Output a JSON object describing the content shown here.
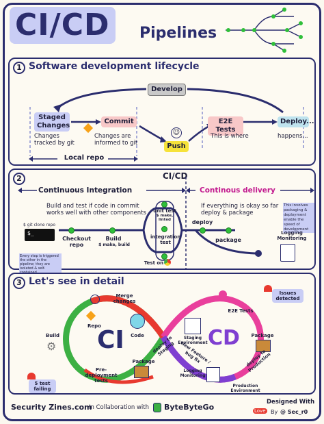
{
  "header": {
    "title_main": "CI/CD",
    "title_sub": "Pipelines"
  },
  "section1": {
    "number": "1",
    "title": "Software development lifecycle",
    "develop": "Develop",
    "staged": "Staged Changes",
    "staged_note": "Changes tracked by git",
    "commit": "Commit",
    "commit_note": "Changes are informed to git",
    "push": "Push",
    "e2e": "E2E Tests",
    "e2e_note": "This is where",
    "deploy": "Deploy...",
    "deploy_note": "happens...",
    "local_repo": "Local repo"
  },
  "section2": {
    "number": "2",
    "cicd": "CI/CD",
    "ci_title": "Continuous Integration",
    "cd_title": "Continous delivery",
    "ci_note": "Build and test if code in commit works well with other components",
    "cd_note": "If everything is okay so far deploy & package",
    "cd_side_note": "This involves packaging & deployment enable the speed of development",
    "git_clone": "$ git clone repo",
    "terminal_prompt": "$_",
    "checkout": "Checkout repo",
    "build": "Build",
    "build_cmd": "$ make, build",
    "unit_test": "unit test",
    "unit_cmd": "$ make, linted",
    "integration": "integration test",
    "test_on": "Test on",
    "deploy": "deploy",
    "package": "package",
    "logging": "Logging Monitoring",
    "bottom_note": "Every step is triggered the other in the pipeline; they are isolated & self-contained"
  },
  "section3": {
    "number": "3",
    "title": "Let's see in detail",
    "merge": "Merge changes",
    "repo": "Repo",
    "code": "Code",
    "build": "Build",
    "ci": "CI",
    "cd": "CD",
    "predeploy": "Pre-deployment tests",
    "package": "Package",
    "test_failing": "5 test failing",
    "deploy_staging": "deploy to Staging",
    "new_feature": "New Feature / bug fix",
    "e2e": "E2E Tests",
    "issues": "Issues detected",
    "staging_env": "Staging Environment",
    "package_cd": "Package",
    "deploy_prod": "deploy to Production",
    "logging": "Logging Monitoring",
    "prod_env": "Production Environment"
  },
  "footer": {
    "brand": "Security Zines.com",
    "collab": "In Collaboration with",
    "partner": "ByteByteGo",
    "designed": "Designed With",
    "love": "Love",
    "by": "By",
    "handle": "@ Sec_r0"
  },
  "colors": {
    "navy": "#2b2d6e",
    "ci_green": "#3cb043",
    "ci_red": "#e8392f",
    "cd_pink": "#e93f9c",
    "cd_purple": "#7f3fd1",
    "push_yellow": "#f6e23a"
  }
}
